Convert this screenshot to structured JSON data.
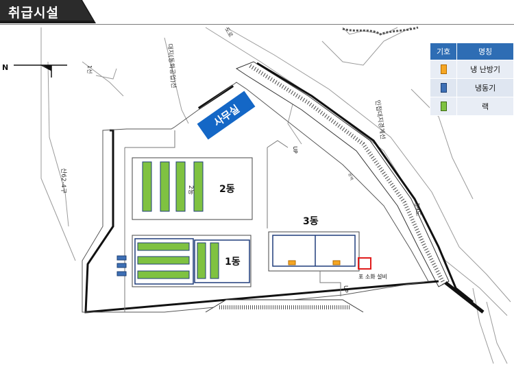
{
  "header": {
    "title": "취급시설"
  },
  "map": {
    "north_label": "N",
    "office_label": "사무실",
    "building_2": "2동",
    "building_1": "1동",
    "building_3": "3동",
    "label_2_inner": "2동",
    "up_label_1": "UP",
    "up_label_2": "UP",
    "fire_label": "포 소화 설비",
    "road_left": "산62-4구",
    "road_top": "대지(동화공업)선",
    "road_right": "인접대지경계선",
    "road_num": "39도",
    "road_top_small": "1선",
    "road_topmost": "도로",
    "wall_label": "옹벽"
  },
  "legend": {
    "header_symbol": "기호",
    "header_name": "명칭",
    "rows": [
      {
        "name": "냉 난방기",
        "color": "#f5a623",
        "border": "#b36b00"
      },
      {
        "name": "냉동기",
        "color": "#3d6fb5",
        "border": "#1c3f73"
      },
      {
        "name": "랙",
        "color": "#7fc241",
        "border": "#3d6b14"
      }
    ]
  },
  "colors": {
    "header_bg": "#1a1a1a",
    "office_bg": "#1467c6",
    "rack": "#7fc241",
    "freezer": "#3d6fb5",
    "aircon": "#f5a623",
    "fire": "#e01b1b",
    "building_line": "#1f3c7a"
  }
}
